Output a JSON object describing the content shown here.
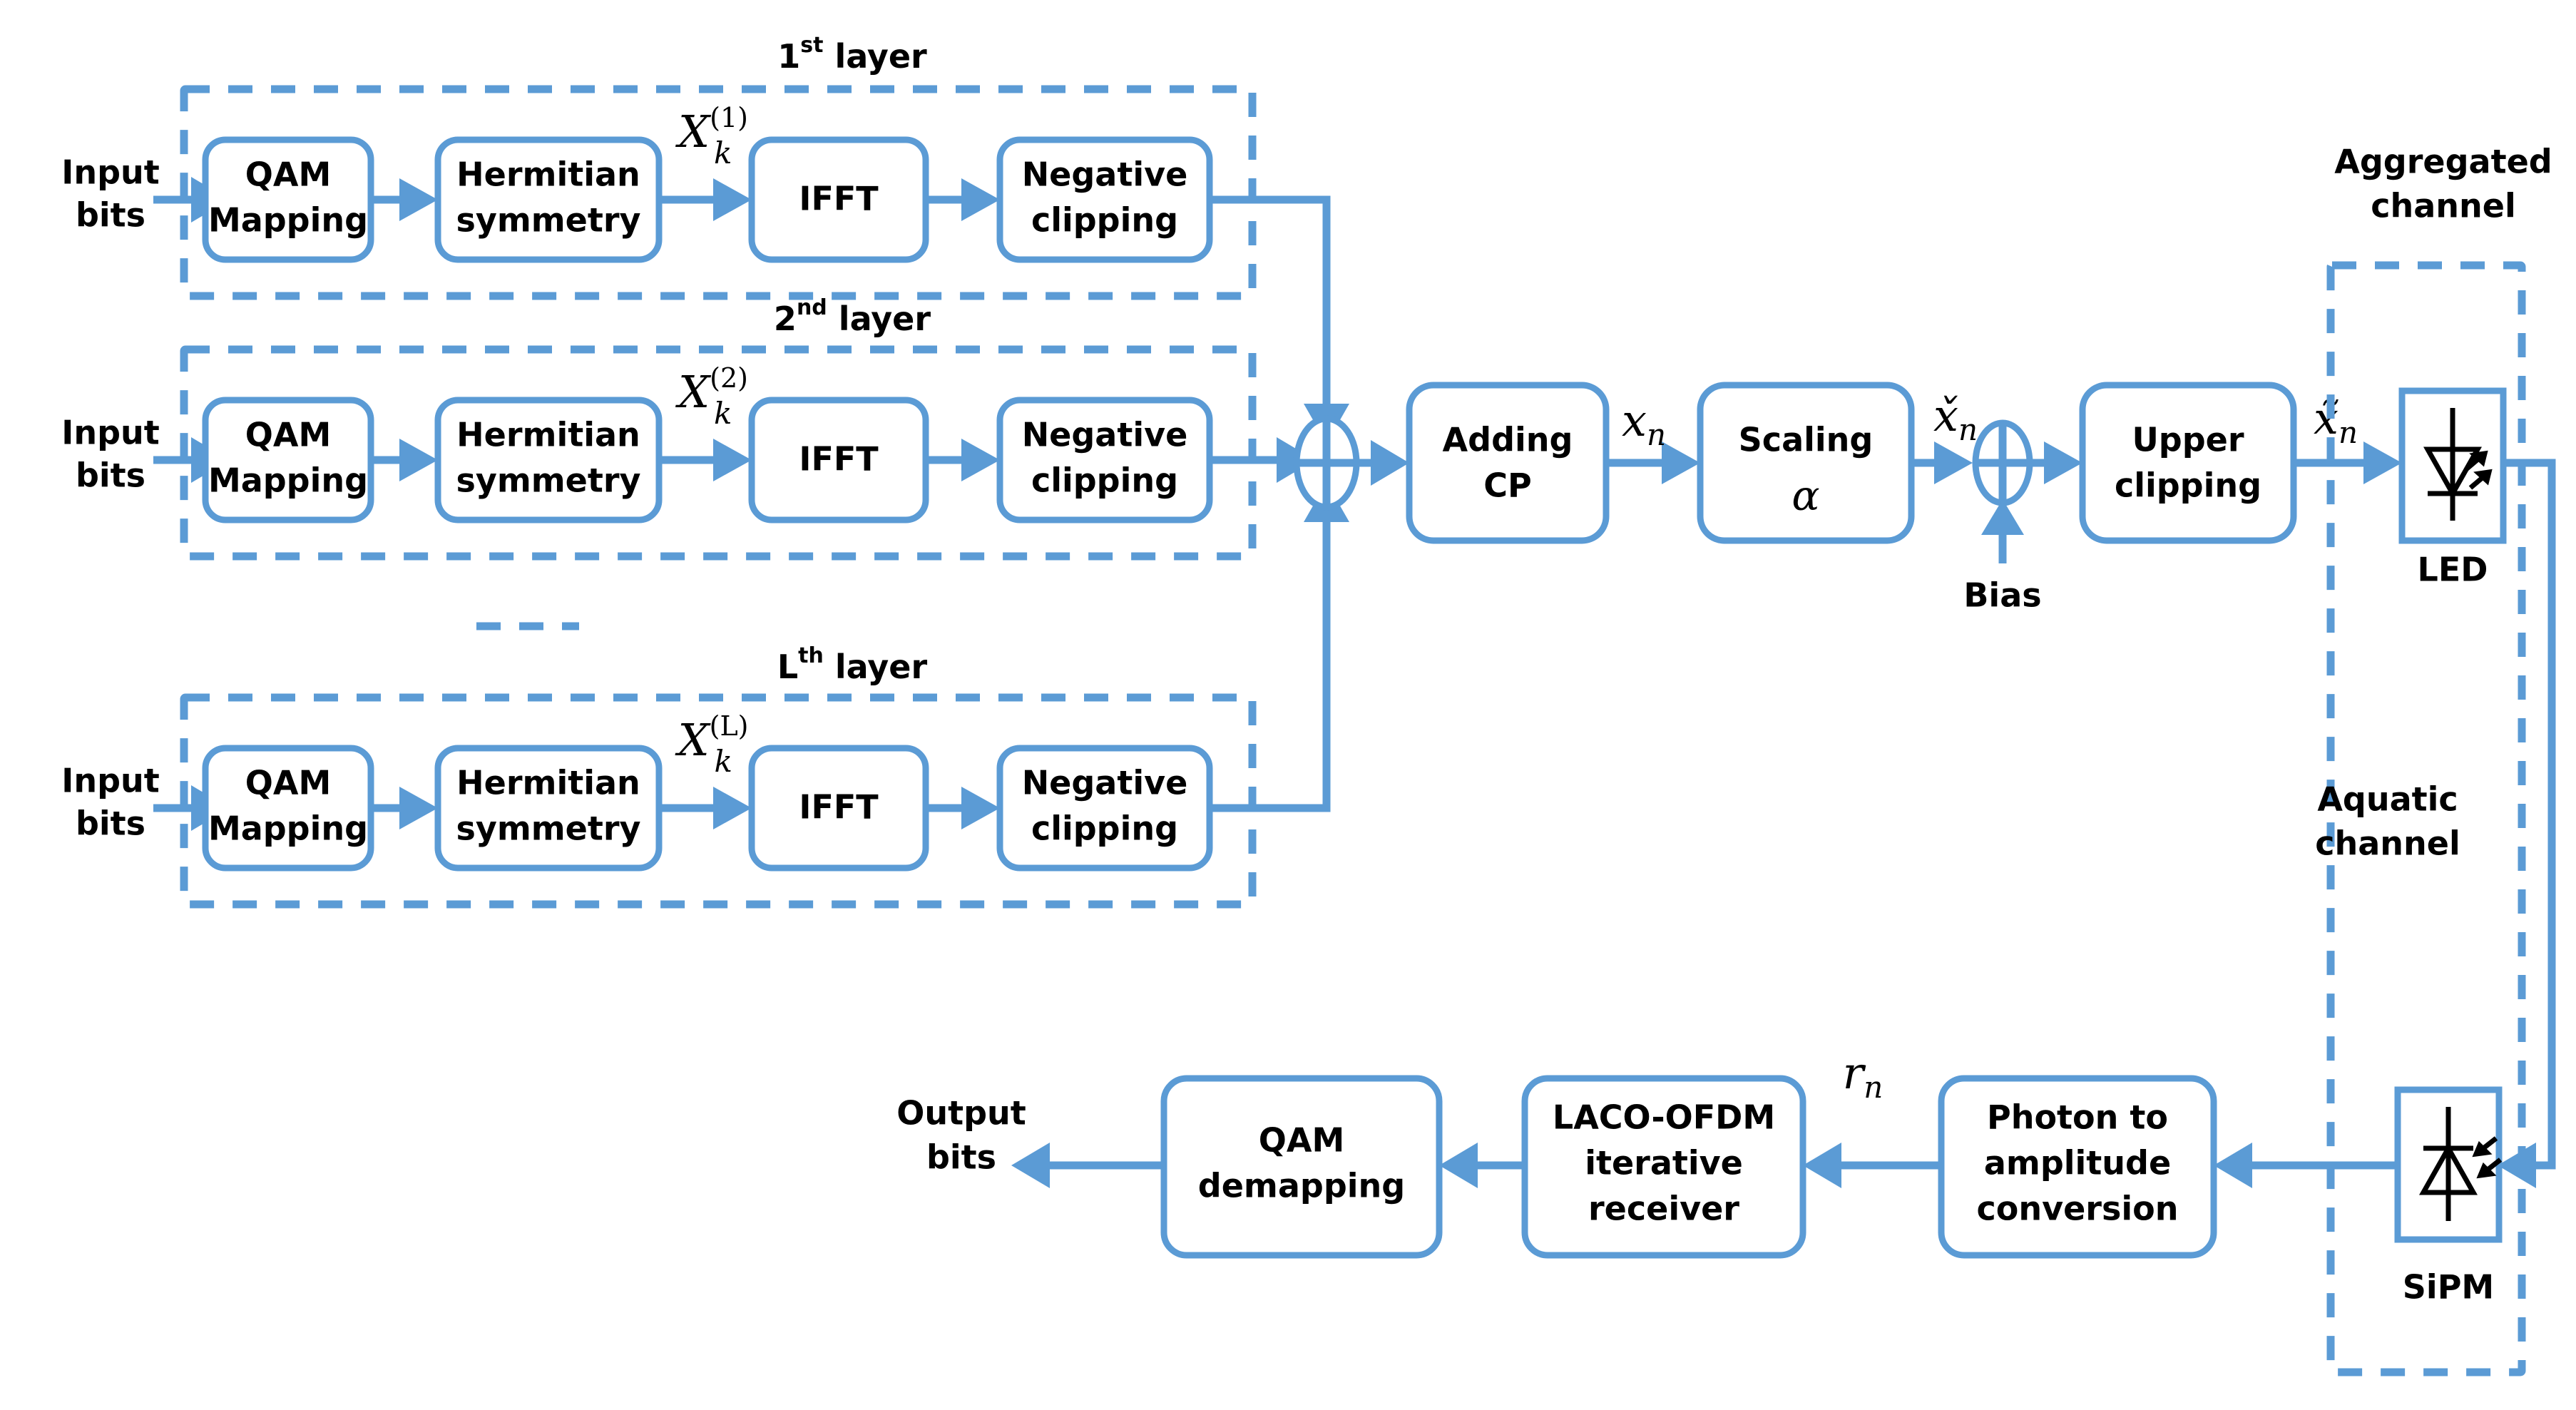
{
  "diagram": {
    "title": "LACO-OFDM underwater visible light communication system block diagram",
    "accent_color": "#5B9BD5",
    "text_color": "#000000",
    "background": "#ffffff"
  },
  "transmitter": {
    "layers": [
      {
        "layer_label": "1",
        "layer_label_suffix": "st",
        "layer_label_tail": " layer",
        "input_label_line1": "Input",
        "input_label_line2": "bits",
        "blocks": [
          {
            "line1": "QAM",
            "line2": "Mapping"
          },
          {
            "line1": "Hermitian",
            "line2": "symmetry"
          },
          {
            "line1": "IFFT",
            "line2": ""
          },
          {
            "line1": "Negative",
            "line2": "clipping"
          }
        ],
        "signal_base": "X",
        "signal_sub": "k",
        "signal_sup": "(1)"
      },
      {
        "layer_label": "2",
        "layer_label_suffix": "nd",
        "layer_label_tail": " layer",
        "input_label_line1": "Input",
        "input_label_line2": "bits",
        "blocks": [
          {
            "line1": "QAM",
            "line2": "Mapping"
          },
          {
            "line1": "Hermitian",
            "line2": "symmetry"
          },
          {
            "line1": "IFFT",
            "line2": ""
          },
          {
            "line1": "Negative",
            "line2": "clipping"
          }
        ],
        "signal_base": "X",
        "signal_sub": "k",
        "signal_sup": "(2)"
      },
      {
        "layer_label": "L",
        "layer_label_suffix": "th",
        "layer_label_tail": " layer",
        "input_label_line1": "Input",
        "input_label_line2": "bits",
        "blocks": [
          {
            "line1": "QAM",
            "line2": "Mapping"
          },
          {
            "line1": "Hermitian",
            "line2": "symmetry"
          },
          {
            "line1": "IFFT",
            "line2": ""
          },
          {
            "line1": "Negative",
            "line2": "clipping"
          }
        ],
        "signal_base": "X",
        "signal_sub": "k",
        "signal_sup": "(L)"
      }
    ],
    "combiner_symbol": "oplus",
    "chain": [
      {
        "line1": "Adding",
        "line2": "CP"
      },
      {
        "line1": "Scaling",
        "line2": "alpha"
      },
      {
        "line1": "Upper",
        "line2": "clipping"
      }
    ],
    "scaling_symbol": "α",
    "bias_label": "Bias",
    "signal_after_cp_base": "x",
    "signal_after_cp_sub": "n",
    "signal_after_scaling_base": "x̌",
    "signal_after_scaling_sub": "n",
    "signal_after_clipping_base": "x̃",
    "signal_after_clipping_sub": "n"
  },
  "channel": {
    "aggregated_label_line1": "Aggregated",
    "aggregated_label_line2": "channel",
    "aquatic_label_line1": "Aquatic",
    "aquatic_label_line2": "channel",
    "led_label": "LED",
    "led_icon": "led-diode-icon",
    "sipm_label": "SiPM",
    "sipm_icon": "photodiode-icon"
  },
  "receiver": {
    "blocks": [
      {
        "line1": "Photon to",
        "line2": "amplitude",
        "line3": "conversion"
      },
      {
        "line1": "LACO-OFDM",
        "line2": "iterative",
        "line3": "receiver"
      },
      {
        "line1": "QAM",
        "line2": "demapping",
        "line3": ""
      }
    ],
    "received_signal_base": "r",
    "received_signal_sub": "n",
    "output_label_line1": "Output",
    "output_label_line2": "bits"
  }
}
